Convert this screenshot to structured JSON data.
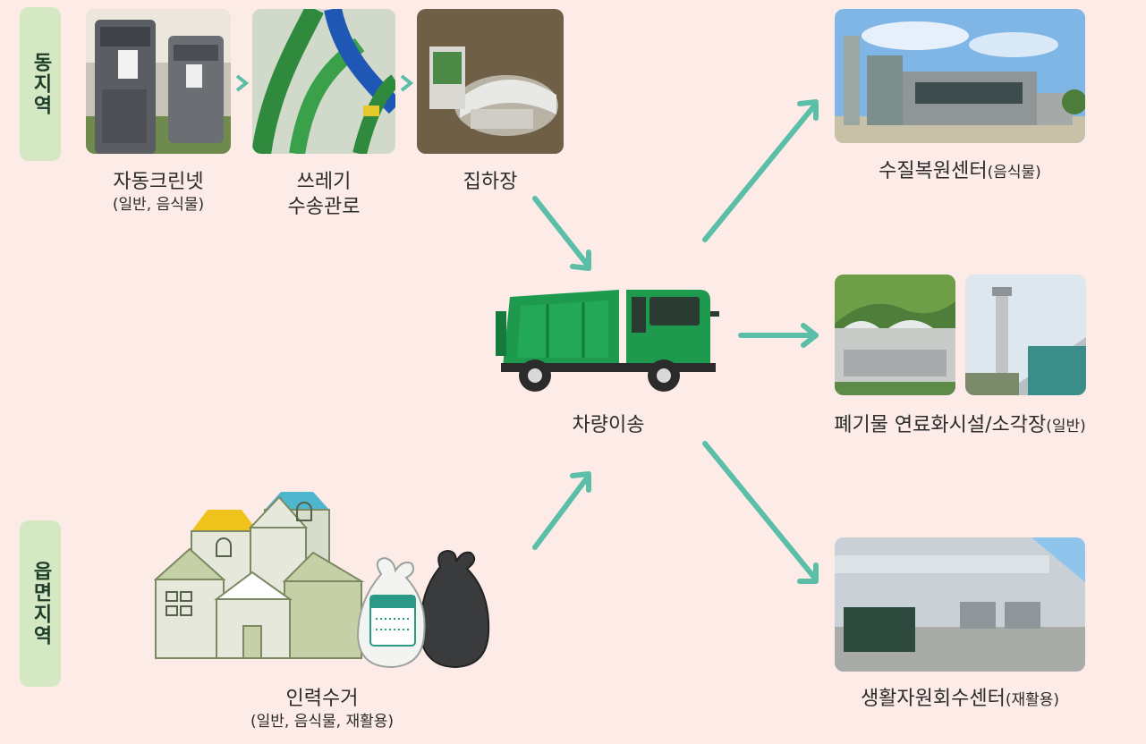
{
  "regions": {
    "east": "동지역",
    "town": "읍면지역"
  },
  "steps": {
    "auto_clean_net": {
      "title": "자동크린넷",
      "sub": "(일반, 음식물)"
    },
    "waste_pipe": {
      "line1": "쓰레기",
      "line2": "수송관로"
    },
    "collection_site": {
      "title": "집하장"
    },
    "vehicle": {
      "title": "차량이송"
    },
    "manual": {
      "title": "인력수거",
      "sub": "(일반, 음식물, 재활용)"
    }
  },
  "destinations": {
    "water": {
      "title": "수질복원센터",
      "sub": "(음식물)"
    },
    "fuel": {
      "title": "폐기물 연료화시설/소각장",
      "sub": "(일반)"
    },
    "recycle": {
      "title": "생활자원회수센터",
      "sub": "(재활용)"
    }
  },
  "colors": {
    "background": "#fcebe7",
    "region_badge": "#d4e8c4",
    "arrow": "#5bbfa8",
    "truck": "#1e9a4e"
  },
  "icons": [
    "chevron-right-icon",
    "arrow-icon",
    "garbage-truck-icon",
    "houses-icon",
    "trash-bag-icon"
  ]
}
